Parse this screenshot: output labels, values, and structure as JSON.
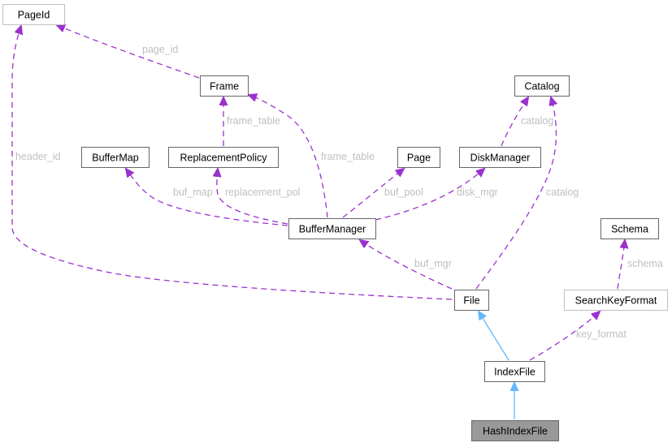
{
  "diagram": {
    "type": "collaboration-graph",
    "colors": {
      "dependency_edge": "#9a32cd",
      "inheritance_edge": "#63b8ff",
      "edge_label": "#bfbfbf",
      "current_node_fill": "#999999",
      "node_border": "#666666",
      "faint_node_border": "#bfbfbf"
    },
    "nodes": {
      "pageid": "PageId",
      "frame": "Frame",
      "catalog": "Catalog",
      "buffermap": "BufferMap",
      "replacementpolicy": "ReplacementPolicy",
      "page": "Page",
      "diskmanager": "DiskManager",
      "buffermanager": "BufferManager",
      "schema": "Schema",
      "file": "File",
      "searchkeyformat": "SearchKeyFormat",
      "indexfile": "IndexFile",
      "hashindexfile": "HashIndexFile"
    },
    "edge_labels": {
      "frame_pageid": "page_id",
      "replacementpolicy_frame": "frame_table",
      "buffermanager_frame": "frame_table",
      "diskmanager_catalog": "catalog",
      "file_pageid": "header_id",
      "buffermanager_buffermap": "buf_map",
      "buffermanager_replacementpolicy": "replacement_pol",
      "buffermanager_page": "buf_pool",
      "buffermanager_diskmanager": "disk_mgr",
      "file_catalog": "catalog",
      "file_buffermanager": "buf_mgr",
      "searchkeyformat_schema": "schema",
      "indexfile_searchkeyformat": "key_format"
    },
    "edges": [
      {
        "from": "Frame",
        "to": "PageId",
        "kind": "usage",
        "label": "page_id"
      },
      {
        "from": "ReplacementPolicy",
        "to": "Frame",
        "kind": "usage",
        "label": "frame_table"
      },
      {
        "from": "BufferManager",
        "to": "Frame",
        "kind": "usage",
        "label": "frame_table"
      },
      {
        "from": "DiskManager",
        "to": "Catalog",
        "kind": "usage",
        "label": "catalog"
      },
      {
        "from": "File",
        "to": "PageId",
        "kind": "usage",
        "label": "header_id"
      },
      {
        "from": "BufferManager",
        "to": "BufferMap",
        "kind": "usage",
        "label": "buf_map"
      },
      {
        "from": "BufferManager",
        "to": "ReplacementPolicy",
        "kind": "usage",
        "label": "replacement_pol"
      },
      {
        "from": "BufferManager",
        "to": "Page",
        "kind": "usage",
        "label": "buf_pool"
      },
      {
        "from": "BufferManager",
        "to": "DiskManager",
        "kind": "usage",
        "label": "disk_mgr"
      },
      {
        "from": "File",
        "to": "Catalog",
        "kind": "usage",
        "label": "catalog"
      },
      {
        "from": "File",
        "to": "BufferManager",
        "kind": "usage",
        "label": "buf_mgr"
      },
      {
        "from": "SearchKeyFormat",
        "to": "Schema",
        "kind": "usage",
        "label": "schema"
      },
      {
        "from": "IndexFile",
        "to": "SearchKeyFormat",
        "kind": "usage",
        "label": "key_format"
      },
      {
        "from": "IndexFile",
        "to": "File",
        "kind": "inheritance",
        "label": ""
      },
      {
        "from": "HashIndexFile",
        "to": "IndexFile",
        "kind": "inheritance",
        "label": ""
      }
    ]
  }
}
